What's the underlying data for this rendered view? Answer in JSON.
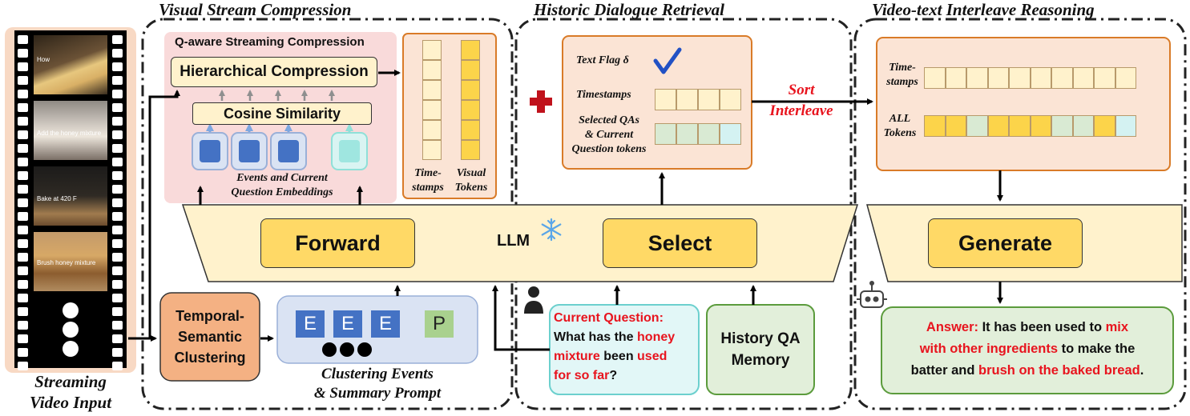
{
  "sections": {
    "compression": "Visual Stream Compression",
    "retrieval": "Historic Dialogue Retrieval",
    "reasoning": "Video-text Interleave Reasoning"
  },
  "video_input": {
    "label_line1": "Streaming",
    "label_line2": "Video Input",
    "frame_captions": [
      "How",
      "Add the honey mixture",
      "Bake at 420 F",
      "Brush honey mixture"
    ]
  },
  "q_aware": {
    "title": "Q-aware Streaming Compression",
    "hierarchical": "Hierarchical Compression",
    "cosine": "Cosine Similarity",
    "embeddings_line1": "Events and Current",
    "embeddings_line2": "Question Embeddings",
    "timestamps_line1": "Time-",
    "timestamps_line2": "stamps",
    "visual_line1": "Visual",
    "visual_line2": "Tokens"
  },
  "retrieval_box": {
    "text_flag": "Text Flag δ",
    "timestamps": "Timestamps",
    "selected_line1": "Selected QAs",
    "selected_line2": "& Current",
    "selected_line3": "Question tokens"
  },
  "sort_interleave": {
    "line1": "Sort",
    "line2": "Interleave"
  },
  "reasoning_box": {
    "timestamps_line1": "Time-",
    "timestamps_line2": "stamps",
    "all_line1": "ALL",
    "all_line2": "Tokens"
  },
  "llm": {
    "forward": "Forward",
    "center": "LLM",
    "select": "Select",
    "generate": "Generate"
  },
  "clustering": {
    "temporal_line1": "Temporal-",
    "temporal_line2": "Semantic",
    "temporal_line3": "Clustering",
    "token_e": "E",
    "token_p": "P",
    "caption_line1": "Clustering Events",
    "caption_line2": "& Summary Prompt"
  },
  "question": {
    "label": "Current Question:",
    "line1_a": "What has the ",
    "line1_b": "honey",
    "line2_a": "mixture",
    "line2_b": " been ",
    "line2_c": "used",
    "line3_a": "for so far",
    "line3_b": "?"
  },
  "memory": {
    "line1": "History QA",
    "line2": "Memory"
  },
  "answer": {
    "label": "Answer:",
    "line1_a": " It has been used to ",
    "line1_b": "mix",
    "line2_a": "with other ingredients",
    "line2_b": " to make the",
    "line3_a": "batter and ",
    "line3_b": "brush on the baked bread",
    "line3_c": "."
  },
  "colors": {
    "yellow_token": "#fcd44a",
    "pale_token": "#fff2cc",
    "green_token": "#d9ead3",
    "cyan_token": "#d4f2f2",
    "llm_band": "#fff2cc",
    "button": "#ffd966",
    "red_accent": "#e8141e",
    "blue_accent": "#2251c4"
  }
}
